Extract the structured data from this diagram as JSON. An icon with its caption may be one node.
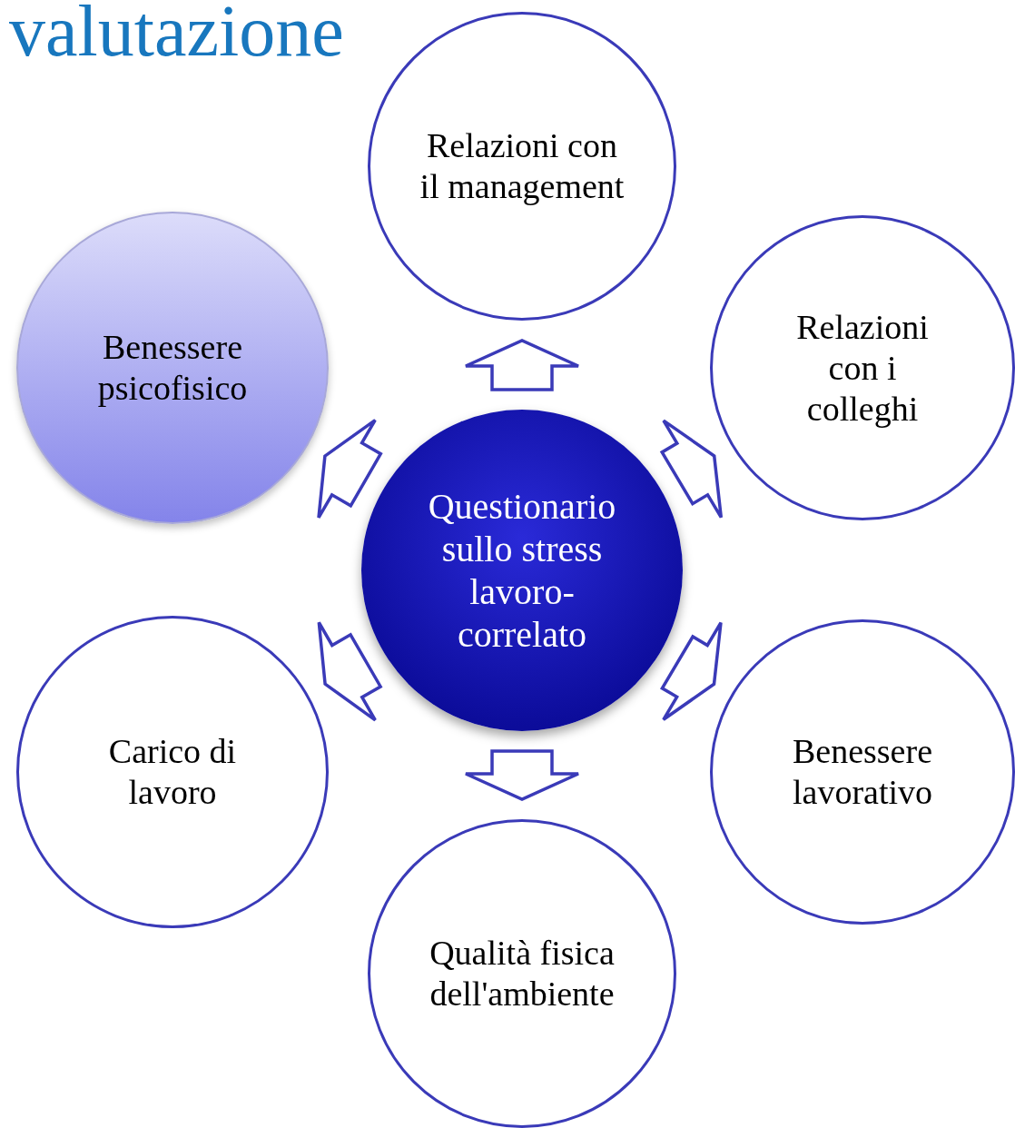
{
  "diagram": {
    "title": "valutazione",
    "nodes": [
      {
        "text": [
          "Relazioni con il management"
        ]
      },
      {
        "text": [
          "Benessere psicofisico"
        ]
      },
      {
        "text": [
          "Relazioni con i colleghi"
        ]
      },
      {
        "text": [
          "Questionario sullo stress lavoro-correlato"
        ]
      },
      {
        "text": [
          "Carico di lavoro"
        ]
      },
      {
        "text": [
          "Benessere lavorativo"
        ]
      },
      {
        "text": [
          "Qualità fisica dell'ambiente"
        ]
      }
    ],
    "edges": [
      {
        "from": 3,
        "to": 0,
        "arrow": "to"
      },
      {
        "from": 3,
        "to": 1,
        "arrow": "to"
      },
      {
        "from": 3,
        "to": 2,
        "arrow": "to"
      },
      {
        "from": 3,
        "to": 4,
        "arrow": "to"
      },
      {
        "from": 3,
        "to": 5,
        "arrow": "to"
      },
      {
        "from": 3,
        "to": 6,
        "arrow": "to"
      }
    ]
  }
}
